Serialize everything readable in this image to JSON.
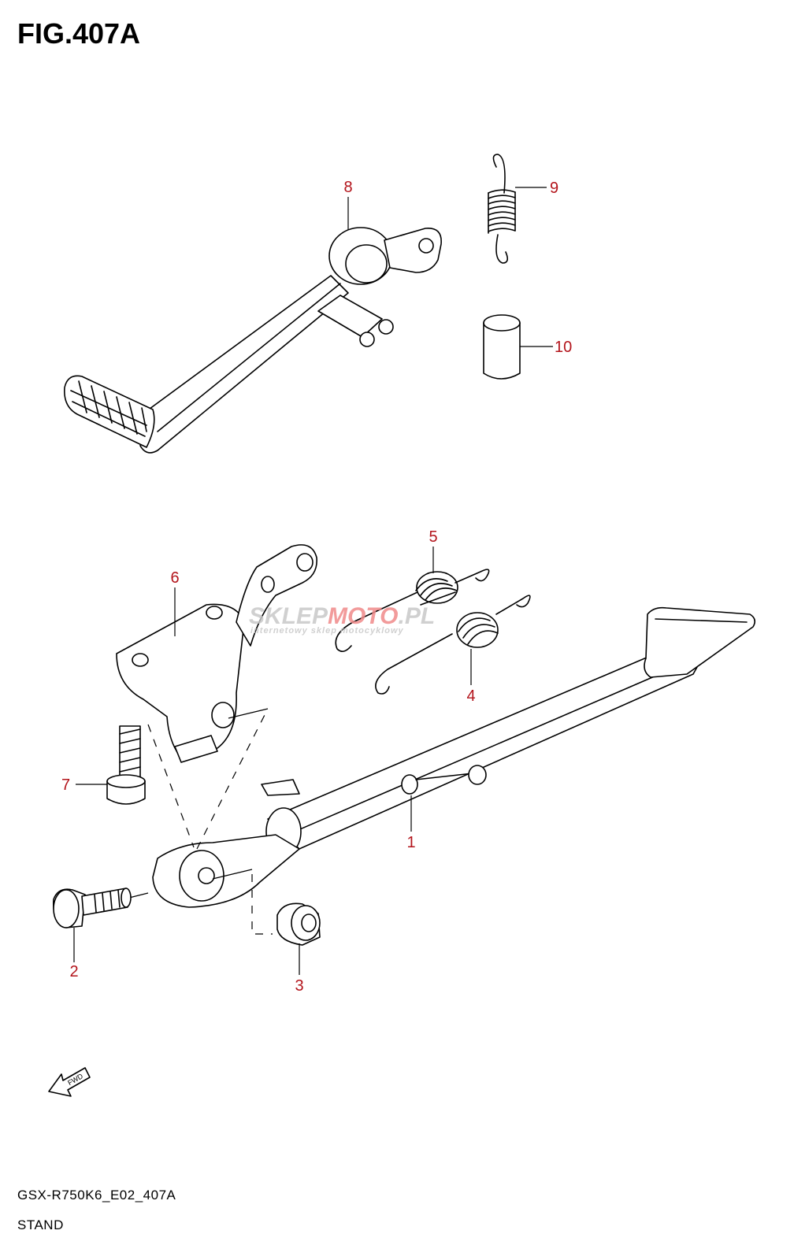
{
  "figure": {
    "title": "FIG.407A",
    "model_code": "GSX-R750K6_E02_407A",
    "section_name": "STAND"
  },
  "callouts": [
    {
      "id": "1",
      "label": "1"
    },
    {
      "id": "2",
      "label": "2"
    },
    {
      "id": "3",
      "label": "3"
    },
    {
      "id": "4",
      "label": "4"
    },
    {
      "id": "5",
      "label": "5"
    },
    {
      "id": "6",
      "label": "6"
    },
    {
      "id": "7",
      "label": "7"
    },
    {
      "id": "8",
      "label": "8"
    },
    {
      "id": "9",
      "label": "9"
    },
    {
      "id": "10",
      "label": "10"
    }
  ],
  "direction_marker": {
    "label": "FWD"
  },
  "watermark": {
    "brand_part1": "SKLEP",
    "brand_part2": "MOTO",
    "brand_part3": ".PL",
    "tagline": "internetowy sklep motocyklowy"
  },
  "colors": {
    "callout": "#b3141b",
    "line": "#000000",
    "watermark_grey": "#c8c8c8",
    "watermark_red": "#f08a8a"
  }
}
